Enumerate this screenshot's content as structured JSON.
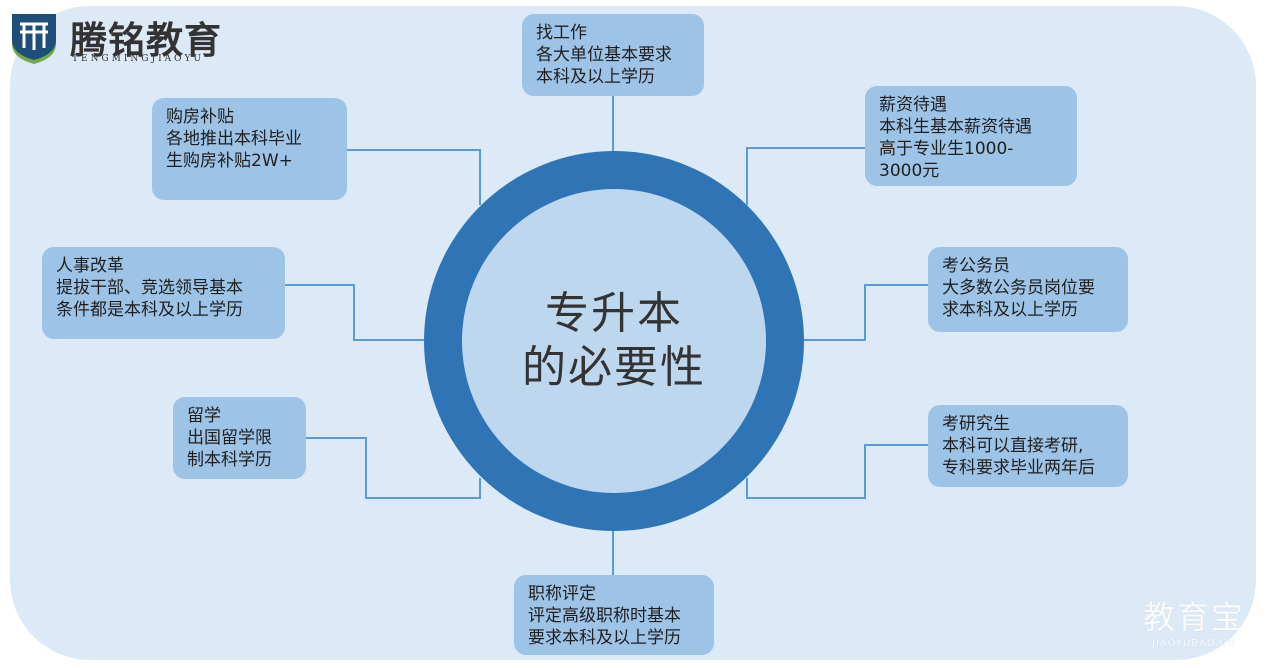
{
  "logo": {
    "name": "腾铭教育",
    "subtitle": "TENGMINGJIAOYU",
    "colors": {
      "shield": "#1f4e79",
      "accent": "#70ad47"
    }
  },
  "center": {
    "text": "专升本\n的必要性"
  },
  "boxes": {
    "job": {
      "lines": [
        "找工作",
        "各大单位基本要求",
        "本科及以上学历"
      ]
    },
    "salary": {
      "lines": [
        "薪资待遇",
        "本科生基本薪资待遇",
        "高于专业生1000-",
        "3000元"
      ]
    },
    "housing": {
      "lines": [
        "购房补贴",
        "各地推出本科毕业",
        "生购房补贴2W+"
      ]
    },
    "hr": {
      "lines": [
        "人事改革",
        "提拔干部、竞选领导基本",
        "条件都是本科及以上学历"
      ]
    },
    "civil": {
      "lines": [
        "考公务员",
        "大多数公务员岗位要",
        "求本科及以上学历"
      ]
    },
    "abroad": {
      "lines": [
        "留学",
        "出国留学限",
        "制本科学历"
      ]
    },
    "grad": {
      "lines": [
        "考研究生",
        "本科可以直接考研,",
        "专科要求毕业两年后"
      ]
    },
    "title": {
      "lines": [
        "职称评定",
        "评定高级职称时基本",
        "要求本科及以上学历"
      ]
    }
  },
  "watermark": {
    "main": "教育宝",
    "sub": "JIAOYUBAO.CN"
  },
  "colors": {
    "panel": "#dce9f6",
    "ring": "#2f75b5",
    "core": "#bdd7ee",
    "box": "#9dc3e6",
    "line": "#5b9bd5"
  }
}
